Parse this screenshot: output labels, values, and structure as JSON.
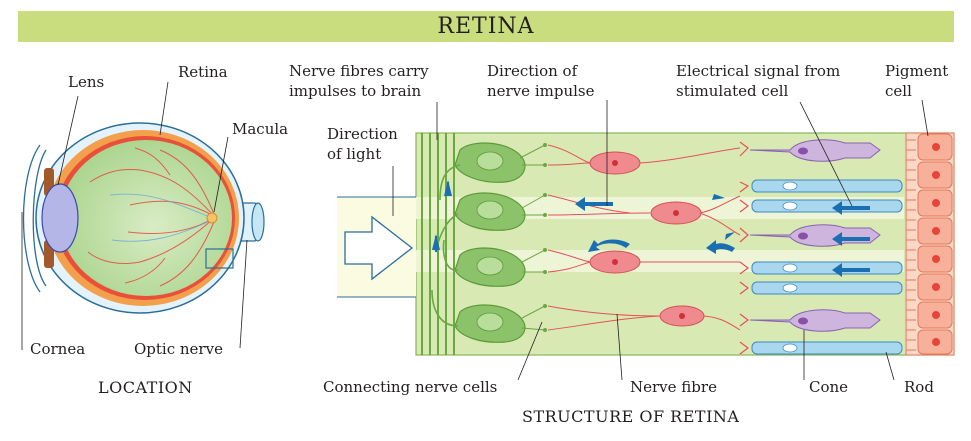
{
  "title": "RETINA",
  "left_labels": {
    "lens": "Lens",
    "retina": "Retina",
    "macula": "Macula",
    "cornea": "Cornea",
    "optic_nerve": "Optic nerve"
  },
  "left_caption": "LOCATION",
  "right_labels": {
    "nerve_fibres_line1": "Nerve fibres carry",
    "nerve_fibres_line2": "impulses to brain",
    "direction_impulse_line1": "Direction of",
    "direction_impulse_line2": "nerve impulse",
    "electrical_signal_line1": "Electrical signal from",
    "electrical_signal_line2": "stimulated cell",
    "pigment_line1": "Pigment",
    "pigment_line2": "cell",
    "direction_light_line1": "Direction",
    "direction_light_line2": "of light",
    "connecting_cells": "Connecting nerve cells",
    "nerve_fibre": "Nerve fibre",
    "cone": "Cone",
    "rod": "Rod"
  },
  "right_caption": "STRUCTURE OF RETINA",
  "colors": {
    "banner": "#c9dd7e",
    "ganglion": "#8cc36a",
    "bipolar": "#ef8a8f",
    "cone": "#cdb5de",
    "rod": "#a9d7ee",
    "pigment": "#f7b09a",
    "arrow": "#1a6fb3",
    "retina_bg": "#d8e9b0"
  }
}
